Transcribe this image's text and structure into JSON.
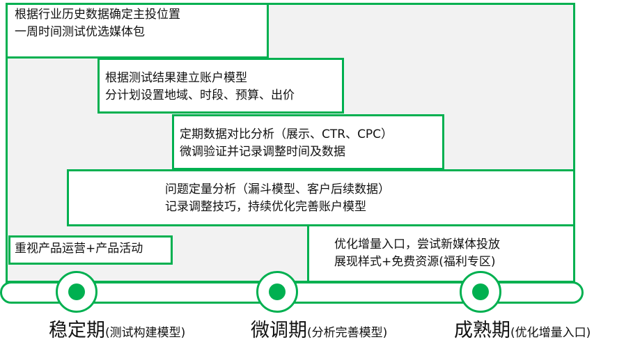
{
  "boxes": [
    {
      "line1": "根据行业历史数据确定主投位置",
      "line2": "一周时间测试优选媒体包"
    },
    {
      "line1": "根据测试结果建立账户模型",
      "line2": "分计划设置地域、时段、预算、出价"
    },
    {
      "line1": "定期数据对比分析（展示、CTR、CPC）",
      "line2": "微调验证并记录调整时间及数据"
    },
    {
      "line1": "问题定量分析（漏斗模型、客户后续数据）",
      "line2": "记录调整技巧，持续优化完善账户模型"
    },
    {
      "line1": "重视产品运营+产品活动"
    },
    {
      "line1": "优化增量入口，尝试新媒体投放",
      "line2": "展现样式+免费资源(福利专区)"
    }
  ],
  "stages": [
    {
      "name": "稳定期",
      "sub": "(测试构建模型)"
    },
    {
      "name": "微调期",
      "sub": "(分析完善模型)"
    },
    {
      "name": "成熟期",
      "sub": "(优化增量入口)"
    }
  ],
  "colors": {
    "accent": "#00b050",
    "background": "#f2f2f2"
  }
}
